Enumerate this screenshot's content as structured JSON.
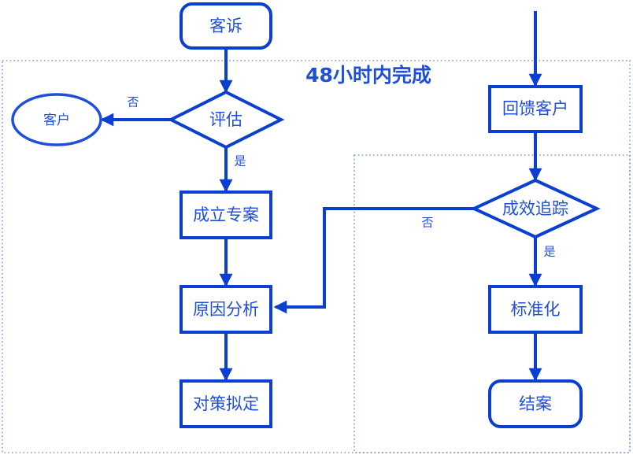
{
  "diagram": {
    "title": "48小时内完成",
    "nodes": [
      {
        "id": "complaint",
        "label": "客诉",
        "shape": "rounded-rect"
      },
      {
        "id": "customer",
        "label": "客户",
        "shape": "ellipse"
      },
      {
        "id": "evaluate",
        "label": "评估",
        "shape": "diamond"
      },
      {
        "id": "setup-case",
        "label": "成立专案",
        "shape": "rect"
      },
      {
        "id": "root-cause",
        "label": "原因分析",
        "shape": "rect"
      },
      {
        "id": "countermeasure",
        "label": "对策拟定",
        "shape": "rect"
      },
      {
        "id": "feedback",
        "label": "回馈客户",
        "shape": "rect"
      },
      {
        "id": "track",
        "label": "成效追踪",
        "shape": "diamond"
      },
      {
        "id": "standardize",
        "label": "标准化",
        "shape": "rect"
      },
      {
        "id": "close",
        "label": "结案",
        "shape": "rounded-rect"
      }
    ],
    "edge_labels": {
      "evaluate_no": "否",
      "evaluate_yes": "是",
      "track_no": "否",
      "track_yes": "是"
    },
    "colors": {
      "stroke": "#0a3fd0",
      "text": "#1f4fd8",
      "group_border": "#7a9ad6",
      "background": "#ffffff"
    },
    "groups": [
      {
        "id": "group-48h",
        "label": "48小时内完成"
      },
      {
        "id": "group-followup",
        "label": ""
      }
    ]
  }
}
